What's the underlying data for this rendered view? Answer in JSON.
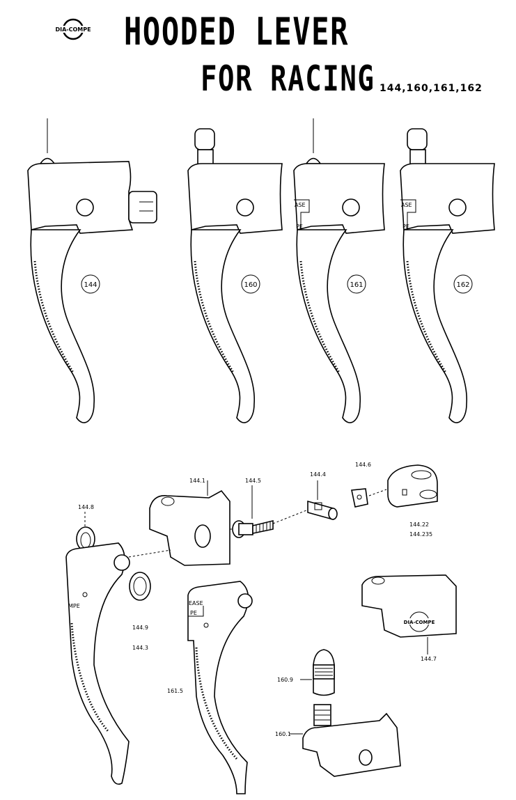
{
  "header": {
    "logo_text": "DIA-COMPE",
    "title_line1": "HOODED LEVER",
    "title_line2": "FOR RACING",
    "model_numbers": "144,160,161,162"
  },
  "levers": [
    {
      "model": "144"
    },
    {
      "model": "160"
    },
    {
      "model": "161"
    },
    {
      "model": "162"
    }
  ],
  "lever_markings": {
    "release": "EASE",
    "release2": "ASE",
    "brand_fragment": "PE",
    "brand_fragment2": "MPE"
  },
  "parts": {
    "p144_6": "144.6",
    "p144_1": "144.1",
    "p144_5": "144.5",
    "p144_4": "144.4",
    "p144_8": "144.8",
    "p144_22": "144.22",
    "p144_235": "144.235",
    "p144_9": "144.9",
    "p144_3": "144.3",
    "p161_5": "161.5",
    "p160_9": "160.9",
    "p160_1": "160.1",
    "p144_7": "144.7"
  },
  "hood_logo_text": "DIA-COMPE"
}
